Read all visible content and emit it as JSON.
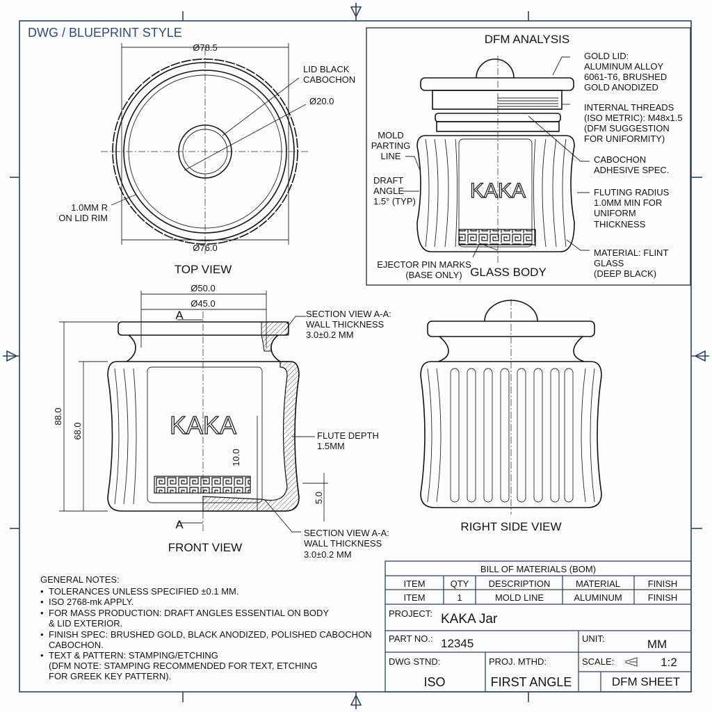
{
  "sheet_title": "DWG / BLUEPRINT STYLE",
  "top_view": {
    "label": "TOP VIEW",
    "dim_outer": "Ø78.5",
    "dim_inner": "Ø76.0",
    "dim_cabochon": "Ø20.0",
    "callout_cabochon": [
      "LID BLACK",
      "CABOCHON"
    ],
    "callout_rim": [
      "1.0MM R",
      "ON LID RIM"
    ]
  },
  "front_view": {
    "label": "FRONT VIEW",
    "dim_top_outer": "Ø50.0",
    "dim_top_inner": "Ø45.0",
    "dim_height_total": "88.0",
    "dim_height_body": "68.0",
    "dim_text_offset": "10.0",
    "dim_base": "5.0",
    "section_mark": "A",
    "brand_text": "KAKA",
    "callout_section_top": [
      "SECTION VIEW A-A:",
      "WALL THICKNESS",
      "3.0±0.2 MM"
    ],
    "callout_flute": [
      "FLUTE DEPTH",
      "1.5MM"
    ],
    "callout_section_bottom": [
      "SECTION VIEW A-A:",
      "WALL THICKNESS",
      "3.0±0.2 MM"
    ]
  },
  "right_view": {
    "label": "RIGHT SIDE VIEW"
  },
  "dfm": {
    "title": "DFM ANALYSIS",
    "brand_text": "KAKA",
    "body_label": "GLASS BODY",
    "callouts": {
      "gold_lid": [
        "GOLD LID:",
        "ALUMINUM ALLOY",
        "6061-T6, BRUSHED",
        "GOLD ANODIZED"
      ],
      "threads": [
        "INTERNAL THREADS",
        "(ISO METRIC): M48x1.5",
        "(DFM SUGGESTION",
        "FOR UNIFORMITY)"
      ],
      "cabochon": [
        "CABOCHON",
        "ADHESIVE SPEC."
      ],
      "fluting": [
        "FLUTING RADIUS",
        "1.0MM MIN FOR",
        "UNIFORM",
        "THICKNESS"
      ],
      "material": [
        "MATERIAL: FLINT",
        "GLASS",
        "(DEEP BLACK)"
      ],
      "parting": [
        "MOLD",
        "PARTING",
        "LINE"
      ],
      "draft": [
        "DRAFT",
        "ANGLE",
        "1.5° (TYP)"
      ],
      "ejector": [
        "EJECTOR PIN MARKS",
        "(BASE ONLY)"
      ]
    }
  },
  "notes": {
    "title": "GENERAL NOTES:",
    "items": [
      [
        "TOLERANCES UNLESS SPECIFIED ±0.1 MM."
      ],
      [
        "ISO 2768-mk APPLY."
      ],
      [
        "FOR MASS PRODUCTION: DRAFT ANGLES ESSENTIAL ON BODY",
        "& LID EXTERIOR."
      ],
      [
        "FINISH SPEC: BRUSHED GOLD, BLACK ANODIZED, POLISHED CABOCHON",
        "CABOCHON."
      ],
      [
        "TEXT & PATTERN: STAMPING/ETCHING",
        "(DFM NOTE: STAMPING RECOMMENDED FOR TEXT, ETCHING",
        "FOR GREEK KEY PATTERN)."
      ]
    ]
  },
  "title_block": {
    "bom_title": "BILL OF MATERIALS (BOM)",
    "headers": [
      "ITEM",
      "QTY",
      "DESCRIPTION",
      "MATERIAL",
      "FINISH"
    ],
    "rows": [
      [
        "ITEM",
        "1",
        "MOLD LINE",
        "ALUMINUM",
        "FINISH"
      ]
    ],
    "project_label": "PROJECT:",
    "project_value": "KAKA Jar",
    "part_label": "PART NO.:",
    "part_value": "12345",
    "unit_label": "UNIT:",
    "unit_value": "MM",
    "dwg_label": "DWG STND:",
    "dwg_value": "ISO",
    "proj_label": "PROJ. MTHD:",
    "proj_value": "FIRST ANGLE",
    "scale_label": "SCALE:",
    "scale_value": "1:2",
    "sheet_value": "DFM SHEET"
  },
  "colors": {
    "frame": "#2b4366",
    "title": "#2b4a80",
    "ink": "#111111"
  }
}
